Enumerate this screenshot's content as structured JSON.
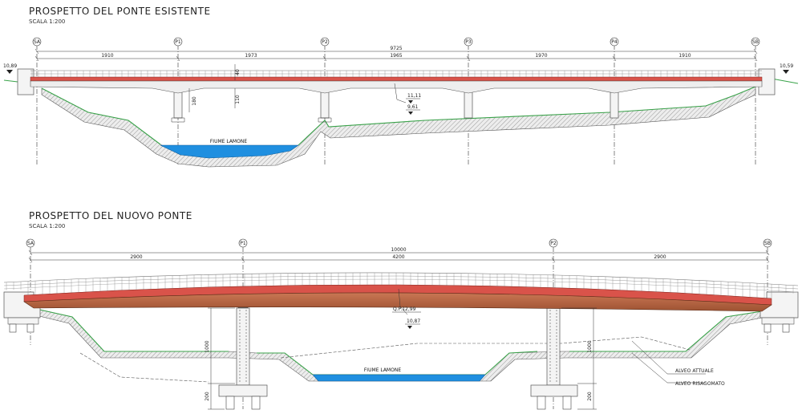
{
  "existing": {
    "title": "PROSPETTO DEL PONTE ESISTENTE",
    "scale": "SCALA 1:200",
    "axes": [
      "SA",
      "P1",
      "P2",
      "P3",
      "P4",
      "SB"
    ],
    "total_dim": "9725",
    "span_dims": [
      "1910",
      "1973",
      "1965",
      "1970",
      "1910"
    ],
    "level_left": "10,89",
    "level_right": "10,59",
    "level_mid_top": "11,11",
    "level_mid_bottom": "9,61",
    "dim_40": "40",
    "dim_180": "180",
    "dim_110": "110",
    "river": "FIUME LAMONE"
  },
  "new": {
    "title": "PROSPETTO DEL NUOVO PONTE",
    "scale": "SCALA 1:200",
    "axes": [
      "SA",
      "P1",
      "P2",
      "SB"
    ],
    "total_dim": "10000",
    "span_dims": [
      "2900",
      "4200",
      "2900"
    ],
    "qp_label": "Q.P.12,99",
    "level_mid": "10,87",
    "dim_1000_left": "1000",
    "dim_200_left": "200",
    "dim_1000_right": "1000",
    "dim_200_right": "200",
    "river": "FIUME LAMONE",
    "legend_actual": "ALVEO ATTUALE",
    "legend_reshaped": "ALVEO RISAGOMATO"
  },
  "colors": {
    "deck_red": "#c8473f",
    "beam_brown": "#b8653f",
    "water": "#1f8fe0",
    "ground_line": "#3aa34a"
  }
}
